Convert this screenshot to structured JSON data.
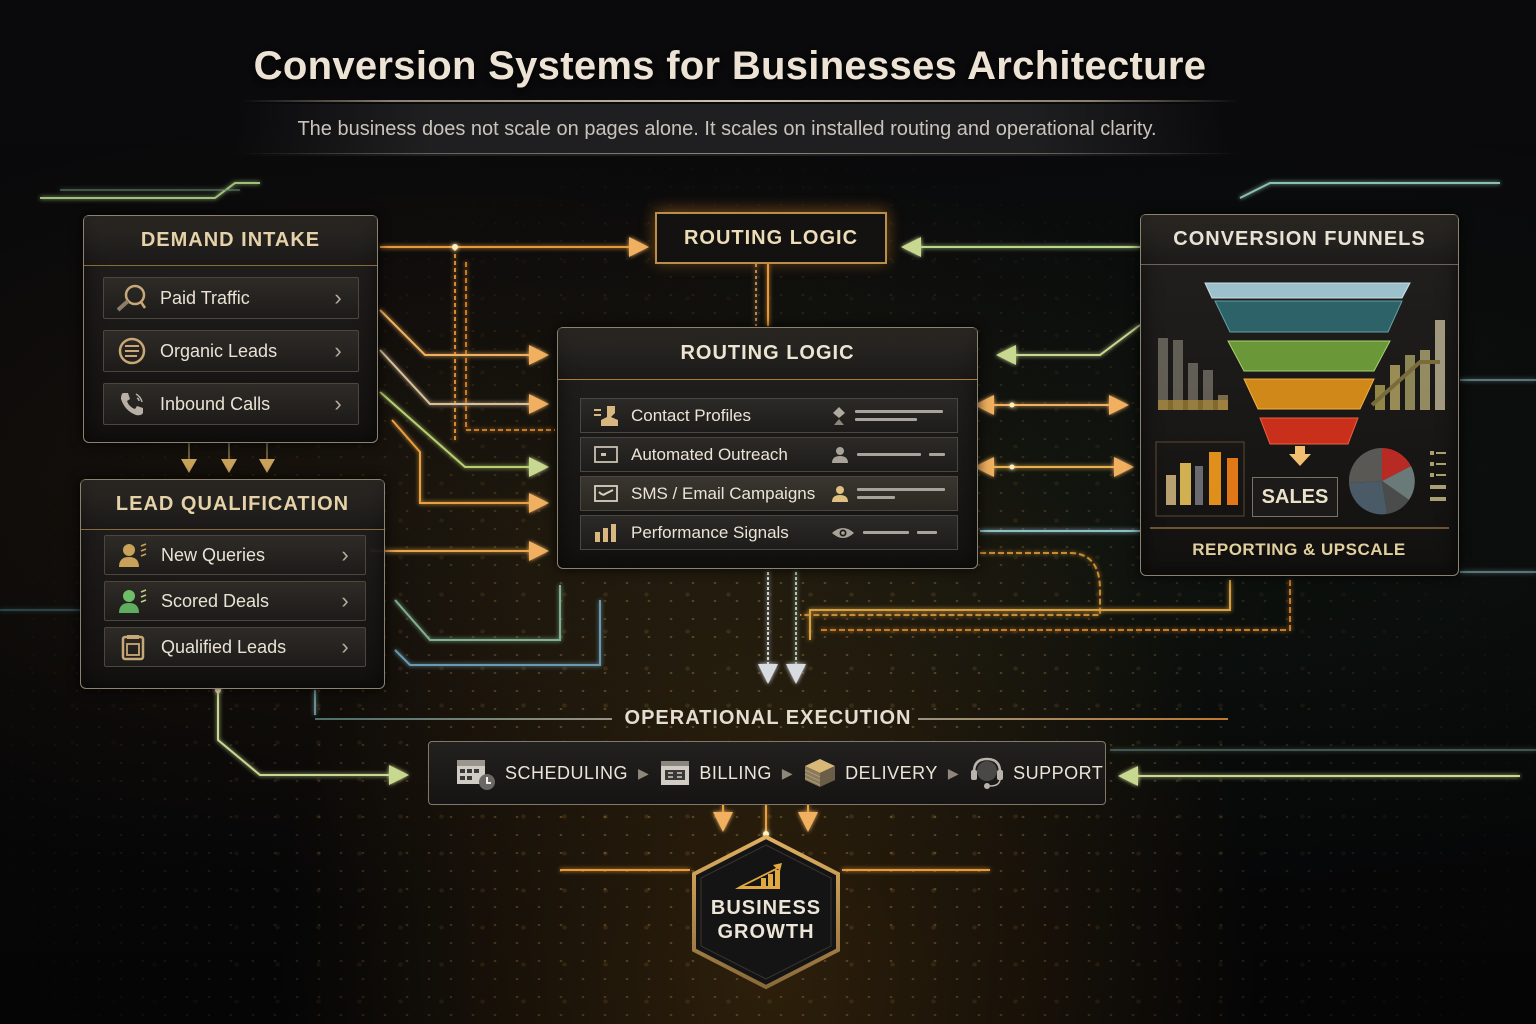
{
  "header": {
    "title": "Conversion Systems for Businesses Architecture",
    "subtitle": "The business does not scale on pages alone. It scales on installed routing and operational clarity."
  },
  "demand_intake": {
    "title": "DEMAND INTAKE",
    "items": [
      {
        "label": "Paid Traffic",
        "icon": "search-icon"
      },
      {
        "label": "Organic Leads",
        "icon": "chat-icon"
      },
      {
        "label": "Inbound Calls",
        "icon": "phone-icon"
      }
    ],
    "chevron": "›"
  },
  "lead_qualification": {
    "title": "LEAD QUALIFICATION",
    "items": [
      {
        "label": "New Queries",
        "icon": "user-icon",
        "color": "#c9a25a"
      },
      {
        "label": "Scored Deals",
        "icon": "user-icon",
        "color": "#5fae5f"
      },
      {
        "label": "Qualified Leads",
        "icon": "clipboard-icon",
        "color": "#c9a25a"
      }
    ],
    "chevron": "›"
  },
  "routing_logic_top": {
    "title": "ROUTING LOGIC"
  },
  "routing_logic": {
    "title": "ROUTING LOGIC",
    "items": [
      {
        "label": "Contact Profiles",
        "icon": "contact-card-icon",
        "meta_icon": "diamond-icon"
      },
      {
        "label": "Automated Outreach",
        "icon": "window-icon",
        "meta_icon": "user-icon"
      },
      {
        "label": "SMS / Email Campaigns",
        "icon": "envelope-icon",
        "meta_icon": "user-icon"
      },
      {
        "label": "Performance Signals",
        "icon": "bar-chart-icon",
        "meta_icon": "eye-icon"
      }
    ]
  },
  "conversion_funnels": {
    "title": "CONVERSION FUNNELS",
    "funnel_colors": [
      "#8fb5c4",
      "#3f7f86",
      "#6f9a3a",
      "#d48a1c",
      "#c8321e"
    ],
    "sales_label": "SALES",
    "footer": "REPORTING & UPSCALE"
  },
  "operational_execution": {
    "title": "OPERATIONAL EXECUTION",
    "steps": [
      {
        "label": "SCHEDULING",
        "icon": "calendar-icon"
      },
      {
        "label": "BILLING",
        "icon": "invoice-icon"
      },
      {
        "label": "DELIVERY",
        "icon": "package-icon"
      },
      {
        "label": "SUPPORT",
        "icon": "headset-icon"
      }
    ],
    "separator": "▶"
  },
  "outcome": {
    "line1": "BUSINESS",
    "line2": "GROWTH",
    "icon": "growth-chart-icon"
  },
  "colors": {
    "background": "#07070a",
    "gold": "#c9a25a",
    "orange_glow": "#e88a2a",
    "green_glow": "#a8c86a",
    "panel_border": "#8b826f"
  }
}
